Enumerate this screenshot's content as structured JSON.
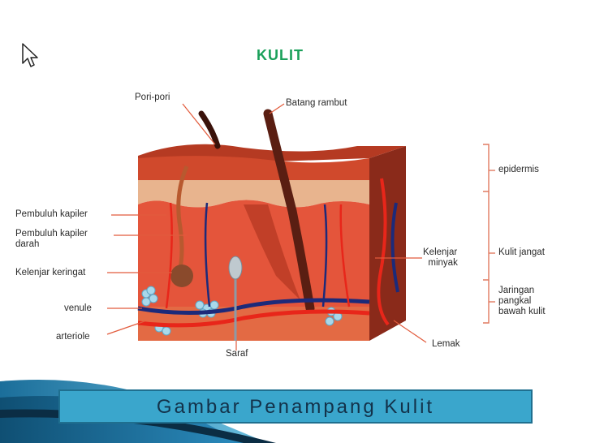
{
  "slide": {
    "title": "KULIT",
    "caption": "Gambar Penampang Kulit"
  },
  "labels": {
    "pori_pori": "Pori-pori",
    "batang_rambut": "Batang rambut",
    "pembuluh_kapiler": "Pembuluh kapiler",
    "pembuluh_kapiler_darah": "Pembuluh kapiler\ndarah",
    "kelenjar_keringat": "Kelenjar keringat",
    "venule": "venule",
    "arteriole": "arteriole",
    "saraf": "Saraf",
    "kelenjar_minyak": "Kelenjar\n  minyak",
    "lemak": "Lemak",
    "epidermis": "epidermis",
    "kulit_jangat": "Kulit jangat",
    "jaringan": "Jaringan\npangkal\nbawah kulit"
  },
  "colors": {
    "title": "#1aa05a",
    "caption_bg": "#3aa6cc",
    "caption_border": "#1f6f8f",
    "caption_text": "#13324a",
    "skin_top": "#c9452a",
    "dermis": "#e4553b",
    "fat": "#e8a86a",
    "leader": "#e25b3c",
    "bracket": "#e07a60"
  }
}
